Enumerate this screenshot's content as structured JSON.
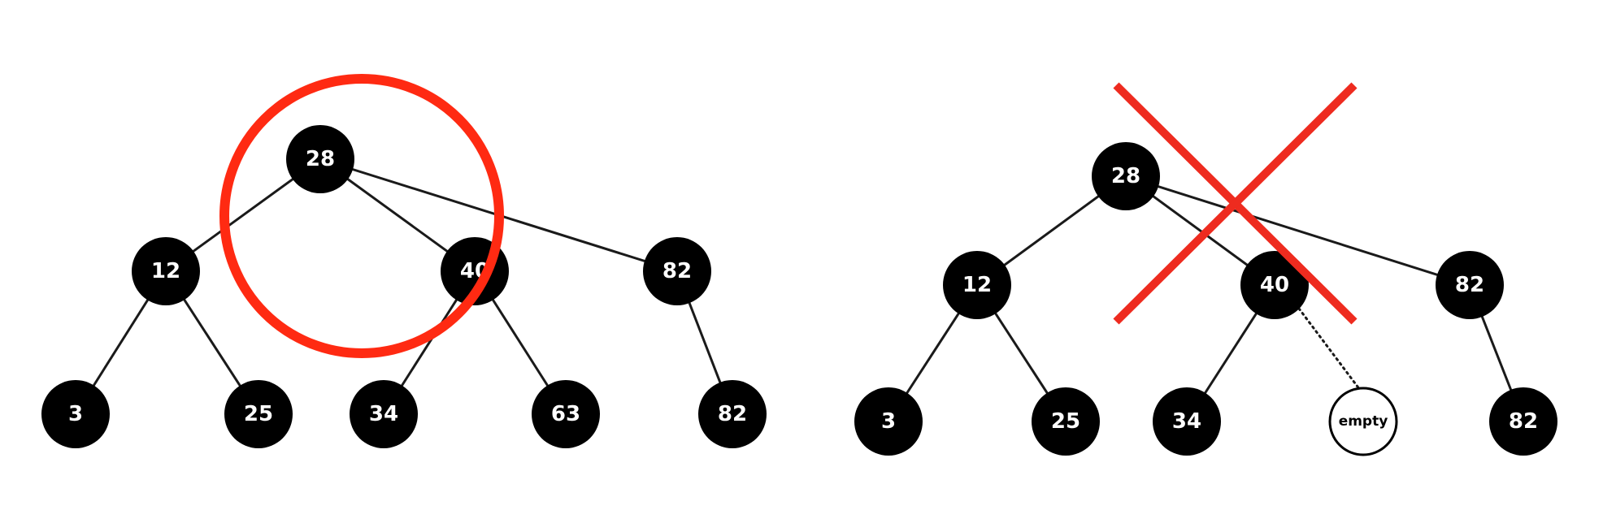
{
  "left_tree": {
    "nodes": [
      {
        "id": "root",
        "label": "28"
      },
      {
        "id": "n12",
        "label": "12"
      },
      {
        "id": "n40",
        "label": "40"
      },
      {
        "id": "n82",
        "label": "82"
      },
      {
        "id": "n3",
        "label": "3"
      },
      {
        "id": "n25",
        "label": "25"
      },
      {
        "id": "n34",
        "label": "34"
      },
      {
        "id": "n63",
        "label": "63"
      },
      {
        "id": "n82b",
        "label": "82"
      }
    ],
    "edges": [
      [
        "root",
        "n12"
      ],
      [
        "root",
        "n40"
      ],
      [
        "root",
        "n82"
      ],
      [
        "n12",
        "n3"
      ],
      [
        "n12",
        "n25"
      ],
      [
        "n40",
        "n34"
      ],
      [
        "n40",
        "n63"
      ],
      [
        "n82",
        "n82b"
      ]
    ],
    "highlight_mark": "circle",
    "highlight_color": "#ff2a12"
  },
  "right_tree": {
    "nodes": [
      {
        "id": "root",
        "label": "28"
      },
      {
        "id": "n12",
        "label": "12"
      },
      {
        "id": "n40",
        "label": "40"
      },
      {
        "id": "n82",
        "label": "82"
      },
      {
        "id": "n3",
        "label": "3"
      },
      {
        "id": "n25",
        "label": "25"
      },
      {
        "id": "n34",
        "label": "34"
      },
      {
        "id": "empty",
        "label": "empty",
        "hollow": true
      },
      {
        "id": "n82b",
        "label": "82"
      }
    ],
    "edges": [
      [
        "root",
        "n12"
      ],
      [
        "root",
        "n40"
      ],
      [
        "root",
        "n82"
      ],
      [
        "n12",
        "n3"
      ],
      [
        "n12",
        "n25"
      ],
      [
        "n40",
        "n34"
      ],
      [
        "n82",
        "n82b"
      ]
    ],
    "dotted_edges": [
      [
        "n40",
        "empty"
      ]
    ],
    "rejection_mark": "x",
    "rejection_color": "#ee2b1f"
  },
  "colors": {
    "node_fill": "#000000",
    "node_text": "#ffffff",
    "edge": "#1a1a1a",
    "background": "#ffffff"
  }
}
